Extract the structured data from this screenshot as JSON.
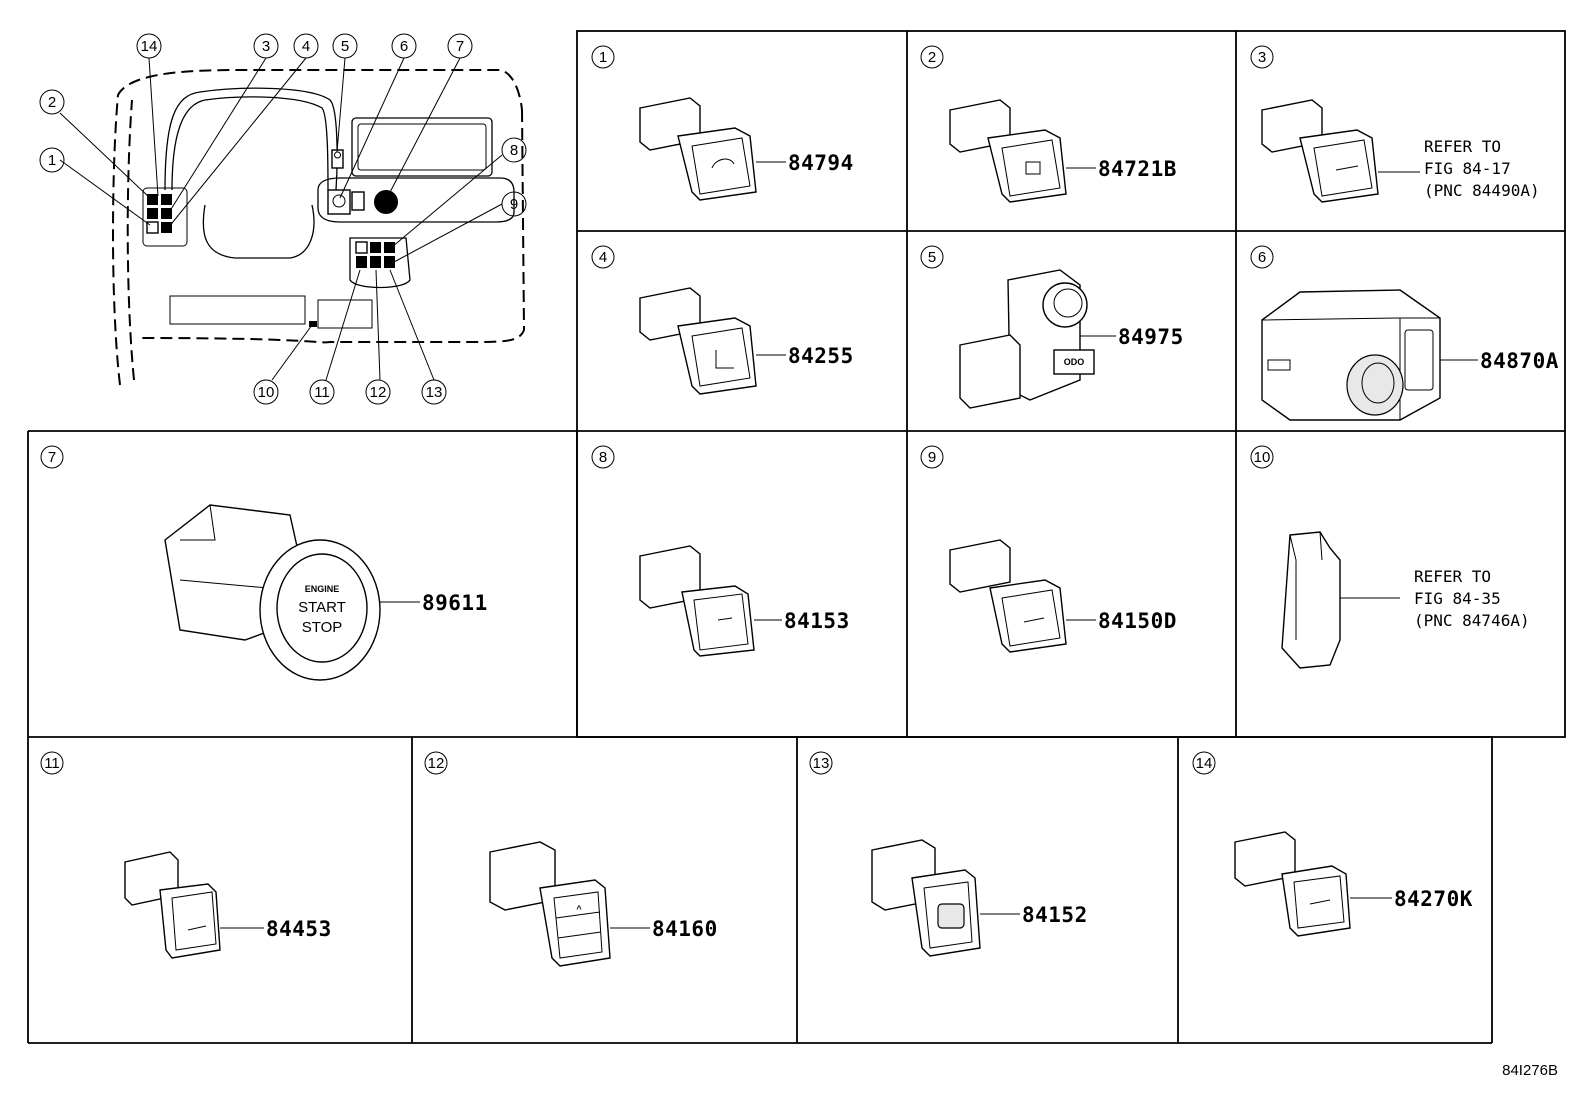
{
  "drawing_code": "84I276B",
  "overview": {
    "callouts": [
      "1",
      "2",
      "3",
      "4",
      "5",
      "6",
      "7",
      "8",
      "9",
      "10",
      "11",
      "12",
      "13",
      "14"
    ]
  },
  "panels": [
    {
      "index": "1",
      "part": "84794"
    },
    {
      "index": "2",
      "part": "84721B"
    },
    {
      "index": "3",
      "part": "",
      "refer": [
        "REFER TO",
        "FIG 84-17",
        "(PNC 84490A)"
      ]
    },
    {
      "index": "4",
      "part": "84255"
    },
    {
      "index": "5",
      "part": "84975"
    },
    {
      "index": "6",
      "part": "84870A"
    },
    {
      "index": "7",
      "part": "89611",
      "button_text": [
        "ENGINE",
        "START",
        "STOP"
      ]
    },
    {
      "index": "8",
      "part": "84153"
    },
    {
      "index": "9",
      "part": "84150D"
    },
    {
      "index": "10",
      "part": "",
      "refer": [
        "REFER TO",
        "FIG 84-35",
        "(PNC 84746A)"
      ]
    },
    {
      "index": "11",
      "part": "84453"
    },
    {
      "index": "12",
      "part": "84160"
    },
    {
      "index": "13",
      "part": "84152"
    },
    {
      "index": "14",
      "part": "84270K"
    }
  ]
}
